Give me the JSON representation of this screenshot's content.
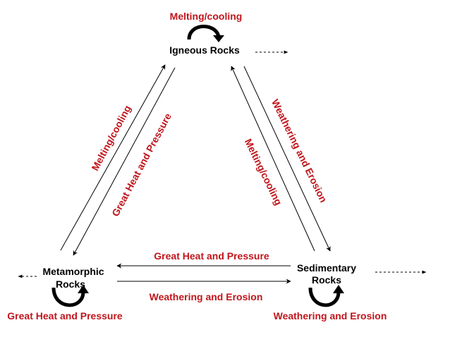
{
  "colors": {
    "label_red": "#c0161c",
    "text_black": "#000000",
    "line_black": "#000000",
    "background": "#ffffff"
  },
  "nodes": {
    "igneous": "Igneous Rocks",
    "metamorphic": [
      "Metamorphic",
      "Rocks"
    ],
    "sedimentary": [
      "Sedimentary",
      "Rocks"
    ]
  },
  "loops": {
    "igneous": "Melting/cooling",
    "metamorphic": "Great Heat and Pressure",
    "sedimentary": "Weathering and Erosion"
  },
  "edges": {
    "metamorphic_to_igneous": "Melting/cooling",
    "igneous_to_metamorphic": "Great Heat and Pressure",
    "igneous_to_sedimentary": "Weathering and Erosion",
    "sedimentary_to_igneous": "Melting/cooling",
    "sedimentary_to_metamorphic": "Great Heat and Pressure",
    "metamorphic_to_sedimentary": "Weathering and Erosion"
  },
  "icons": {
    "loop": "curved-loop-arrow-icon",
    "exit": "dashed-arrow-icon"
  }
}
